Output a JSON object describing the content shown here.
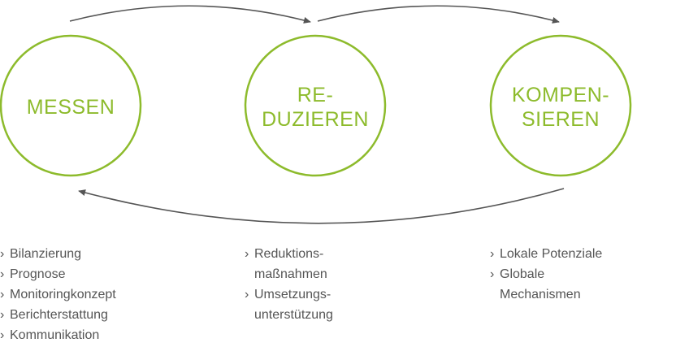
{
  "colors": {
    "accent": "#8dbb2c",
    "arrow": "#555555",
    "text": "#555555"
  },
  "bullet_glyph": "›",
  "circles": [
    {
      "id": "messen",
      "lines": [
        "MESSEN"
      ]
    },
    {
      "id": "reduzieren",
      "lines": [
        "RE-",
        "DUZIEREN"
      ]
    },
    {
      "id": "kompensieren",
      "lines": [
        "KOMPEN-",
        "SIEREN"
      ]
    }
  ],
  "lists": [
    {
      "items": [
        {
          "lines": [
            "Bilanzierung"
          ]
        },
        {
          "lines": [
            "Prognose"
          ]
        },
        {
          "lines": [
            "Monitoringkonzept"
          ]
        },
        {
          "lines": [
            "Berichterstattung"
          ]
        },
        {
          "lines": [
            "Kommunikation"
          ]
        }
      ]
    },
    {
      "items": [
        {
          "lines": [
            "Reduktions-",
            "maßnahmen"
          ]
        },
        {
          "lines": [
            "Umsetzungs-",
            "unterstützung"
          ]
        }
      ]
    },
    {
      "items": [
        {
          "lines": [
            "Lokale Potenziale"
          ]
        },
        {
          "lines": [
            "Globale",
            "Mechanismen"
          ]
        }
      ]
    }
  ]
}
